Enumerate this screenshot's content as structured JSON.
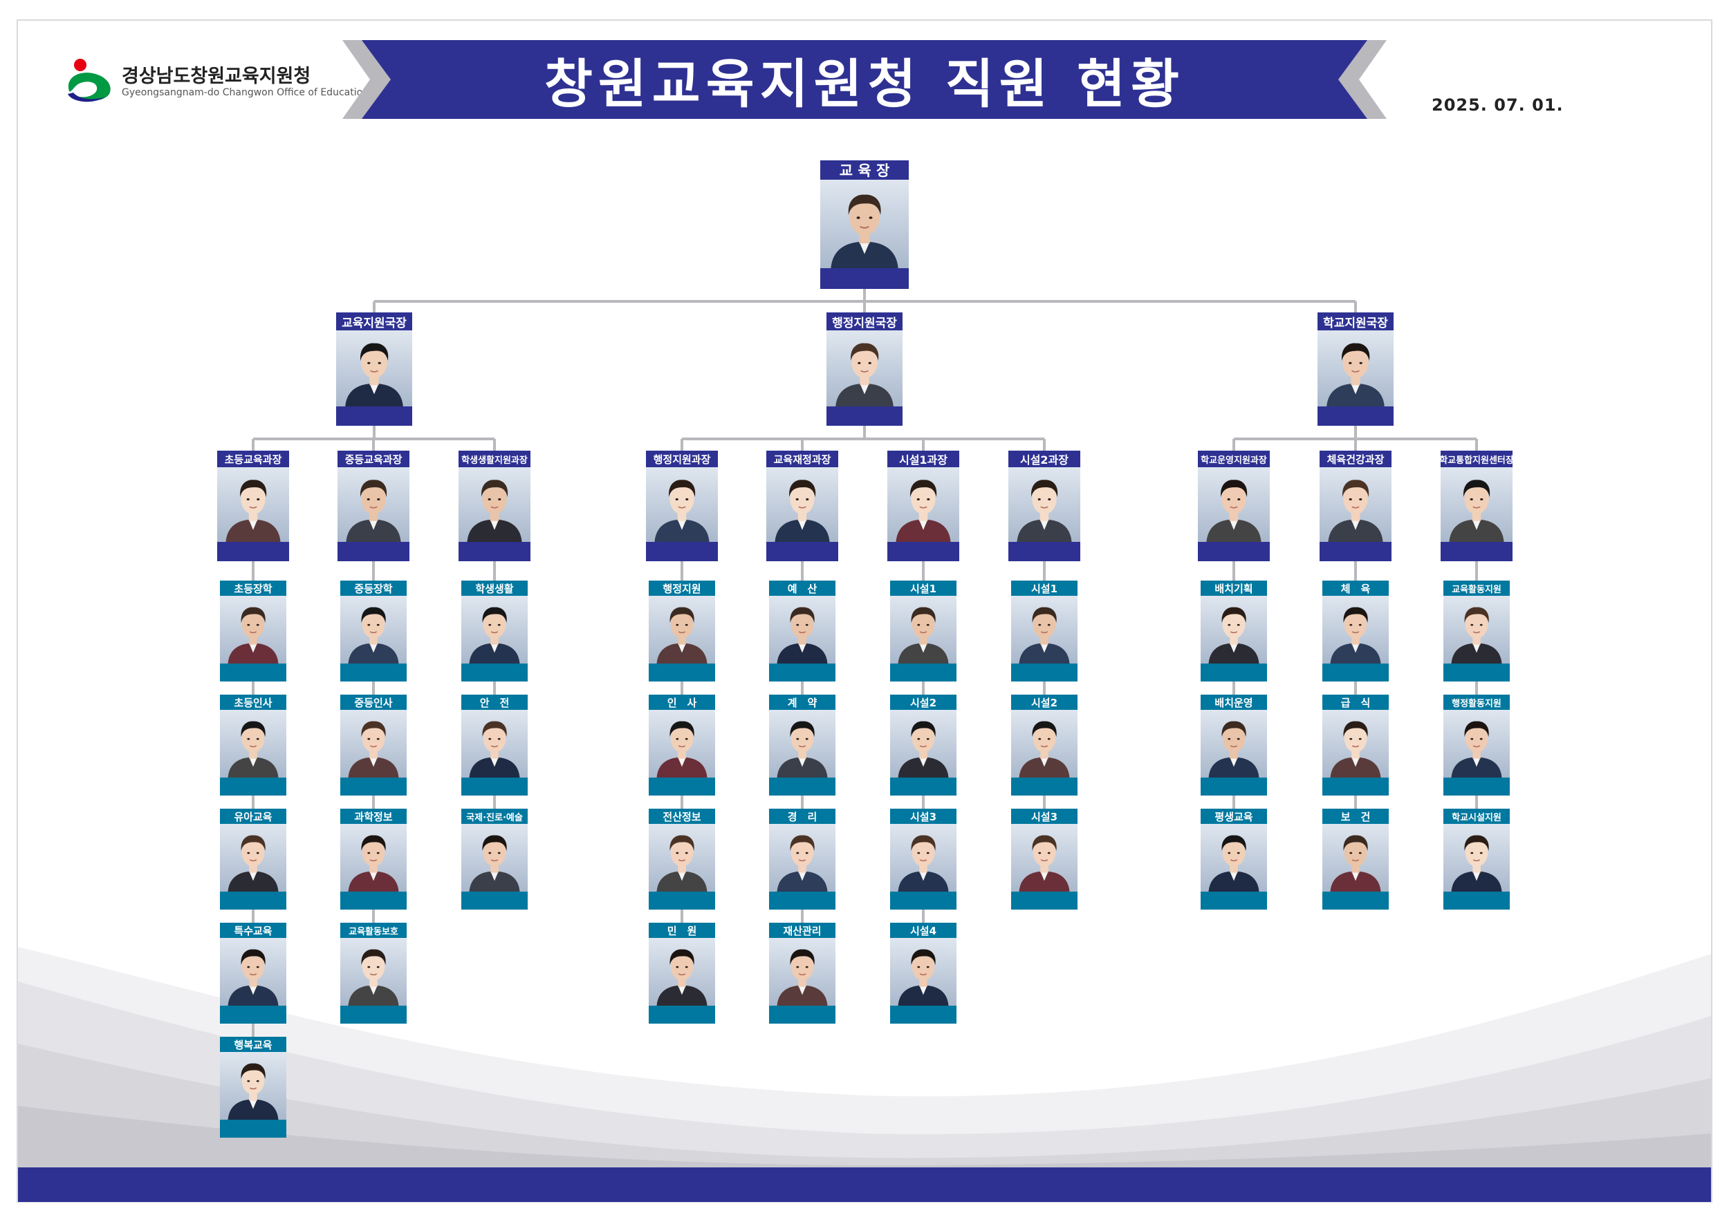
{
  "header": {
    "logo_text_ko": "경상남도창원교육지원청",
    "logo_text_en": "Gyeongsangnam-do Changwon Office of Education",
    "title": "창원교육지원청 직원 현황",
    "date": "2025. 07. 01."
  },
  "colors": {
    "navy": "#2e3192",
    "teal": "#00789f",
    "connector": "#b8b8bd"
  },
  "superintendent": {
    "role": "교 육 장",
    "name": ""
  },
  "directors": [
    {
      "role": "교육지원국장",
      "name": ""
    },
    {
      "role": "행정지원국장",
      "name": ""
    },
    {
      "role": "학교지원국장",
      "name": ""
    }
  ],
  "divisions": [
    {
      "role": "초등교육과장",
      "name": "",
      "staff": [
        {
          "role": "초등장학",
          "name": ""
        },
        {
          "role": "초등인사",
          "name": ""
        },
        {
          "role": "유아교육",
          "name": ""
        },
        {
          "role": "특수교육",
          "name": ""
        },
        {
          "role": "행복교육",
          "name": ""
        }
      ]
    },
    {
      "role": "중등교육과장",
      "name": "",
      "staff": [
        {
          "role": "중등장학",
          "name": ""
        },
        {
          "role": "중등인사",
          "name": ""
        },
        {
          "role": "과학정보",
          "name": ""
        },
        {
          "role": "교육활동보호",
          "name": ""
        }
      ]
    },
    {
      "role": "학생생활지원과장",
      "name": "",
      "staff": [
        {
          "role": "학생생활",
          "name": ""
        },
        {
          "role": "안　전",
          "name": ""
        },
        {
          "role": "국제·진로·예술",
          "name": ""
        }
      ]
    },
    {
      "role": "행정지원과장",
      "name": "",
      "staff": [
        {
          "role": "행정지원",
          "name": ""
        },
        {
          "role": "인　사",
          "name": ""
        },
        {
          "role": "전산정보",
          "name": ""
        },
        {
          "role": "민　원",
          "name": ""
        }
      ]
    },
    {
      "role": "교육재정과장",
      "name": "",
      "staff": [
        {
          "role": "예　산",
          "name": ""
        },
        {
          "role": "계　약",
          "name": ""
        },
        {
          "role": "경　리",
          "name": ""
        },
        {
          "role": "재산관리",
          "name": ""
        }
      ]
    },
    {
      "role": "시설1과장",
      "name": "",
      "staff": [
        {
          "role": "시설1",
          "name": ""
        },
        {
          "role": "시설2",
          "name": ""
        },
        {
          "role": "시설3",
          "name": ""
        },
        {
          "role": "시설4",
          "name": ""
        }
      ]
    },
    {
      "role": "시설2과장",
      "name": "",
      "staff": [
        {
          "role": "시설1",
          "name": ""
        },
        {
          "role": "시설2",
          "name": ""
        },
        {
          "role": "시설3",
          "name": ""
        }
      ]
    },
    {
      "role": "학교운영지원과장",
      "name": "",
      "staff": [
        {
          "role": "배치기획",
          "name": ""
        },
        {
          "role": "배치운영",
          "name": ""
        },
        {
          "role": "평생교육",
          "name": ""
        }
      ]
    },
    {
      "role": "체육건강과장",
      "name": "",
      "staff": [
        {
          "role": "체　육",
          "name": ""
        },
        {
          "role": "급　식",
          "name": ""
        },
        {
          "role": "보　건",
          "name": ""
        }
      ]
    },
    {
      "role": "학교통합지원센터장",
      "name": "",
      "staff": [
        {
          "role": "교육활동지원",
          "name": ""
        },
        {
          "role": "행정활동지원",
          "name": ""
        },
        {
          "role": "학교시설지원",
          "name": ""
        }
      ]
    }
  ]
}
